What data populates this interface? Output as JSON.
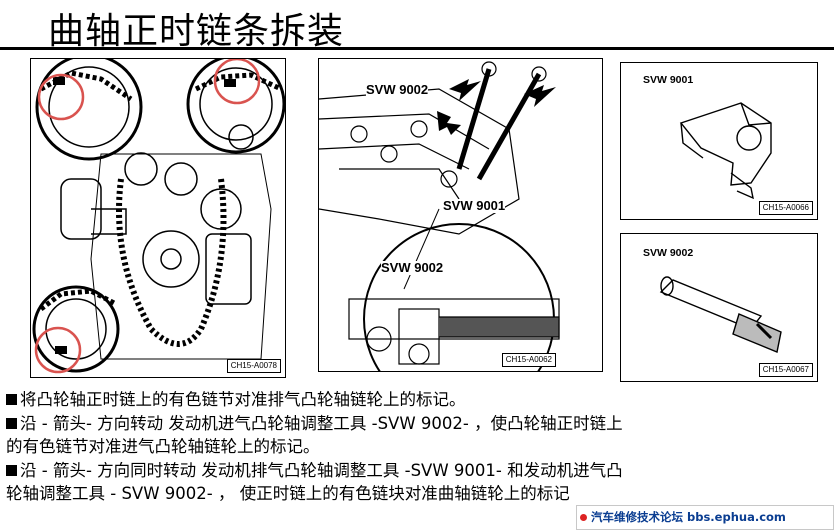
{
  "title": "曲轴正时链条拆装",
  "figures": {
    "left": {
      "code": "CH15-A0078"
    },
    "middle": {
      "code": "CH15-A0062",
      "labels": {
        "top": "SVW 9002",
        "right": "SVW 9001",
        "lower": "SVW 9002"
      }
    },
    "top_right": {
      "tool": "SVW 9001",
      "code": "CH15-A0066"
    },
    "bottom_right": {
      "tool": "SVW 9002",
      "code": "CH15-A0067"
    }
  },
  "text": {
    "line1": "将凸轮轴正时链上的有色链节对准排气凸轮轴链轮上的标记。",
    "line2": "沿 - 箭头- 方向转动 发动机进气凸轮轴调整工具 -SVW 9002- ，使凸轮轴正时链上",
    "line3": "的有色链节对准进气凸轮轴链轮上的标记。",
    "line4": "沿 - 箭头- 方向同时转动 发动机排气凸轮轴调整工具 -SVW 9001- 和发动机进气凸",
    "line5": "轮轴调整工具 - SVW 9002- ， 使正时链上的有色链块对准曲轴链轮上的标记"
  },
  "watermark": "汽车维修技术论坛 bbs.ephua.com"
}
